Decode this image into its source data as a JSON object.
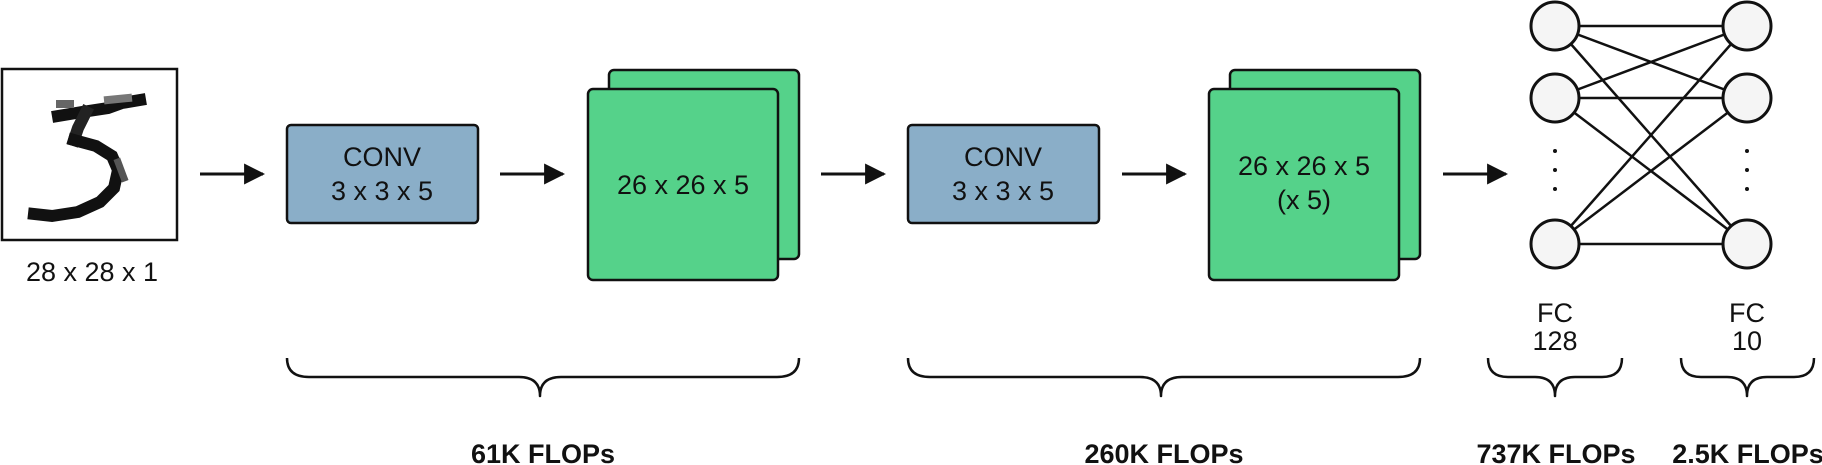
{
  "input": {
    "size_label": "28 x 28 x 1"
  },
  "conv1": {
    "line1": "CONV",
    "line2": "3 x 3 x 5"
  },
  "feat1": {
    "label": "26 x 26 x 5"
  },
  "conv2": {
    "line1": "CONV",
    "line2": "3 x 3 x 5"
  },
  "feat2": {
    "line1": "26 x 26 x 5",
    "line2": "(x 5)"
  },
  "fc1": {
    "line1": "FC",
    "line2": "128",
    "ellipsis": "·\n·\n·"
  },
  "fc2": {
    "line1": "FC",
    "line2": "10"
  },
  "flops": {
    "conv1": "61K FLOPs",
    "conv2": "260K FLOPs",
    "fc1": "737K FLOPs",
    "fc2": "2.5K FLOPs"
  },
  "colors": {
    "conv_fill": "#8aaec8",
    "feature_fill": "#55d28a",
    "neuron_fill": "#f5f5f5",
    "stroke": "#111111"
  }
}
